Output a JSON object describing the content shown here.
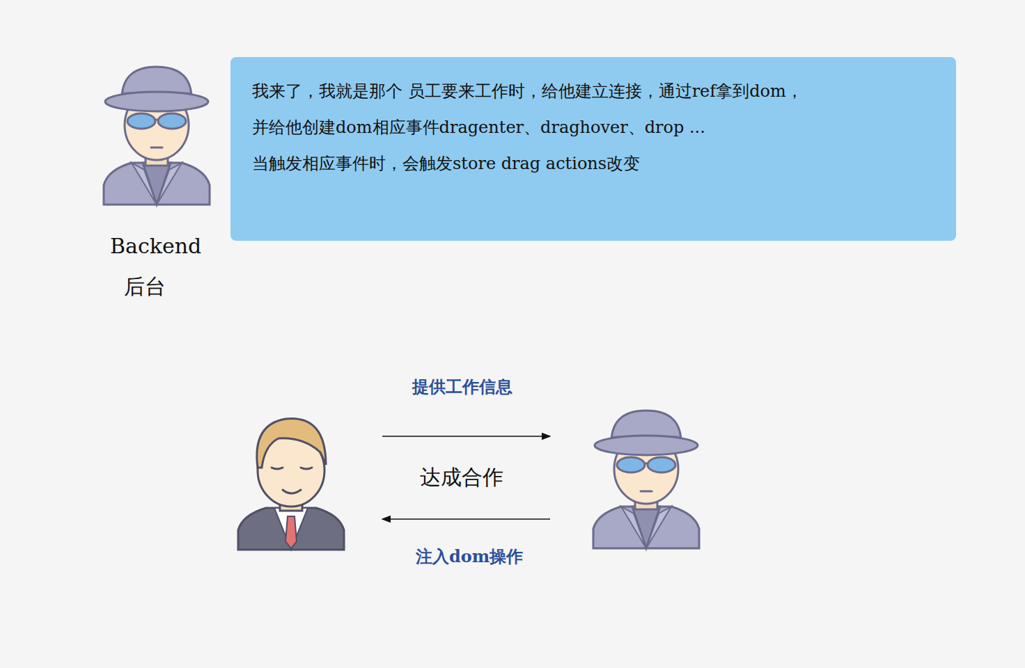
{
  "diagram": {
    "nodes": [
      {
        "text": [
          "我来了，我就是那个 员工要来工作时，给他建立连接，通过ref拿到dom，",
          "并给他创建dom相应事件dragenter、draghover、drop ...",
          "当触发相应事件时，会触发store drag actions改变"
        ]
      }
    ],
    "labels": [
      "Backend",
      "后台",
      "提供工作信息",
      "达成合作",
      "注入dom操作"
    ]
  }
}
